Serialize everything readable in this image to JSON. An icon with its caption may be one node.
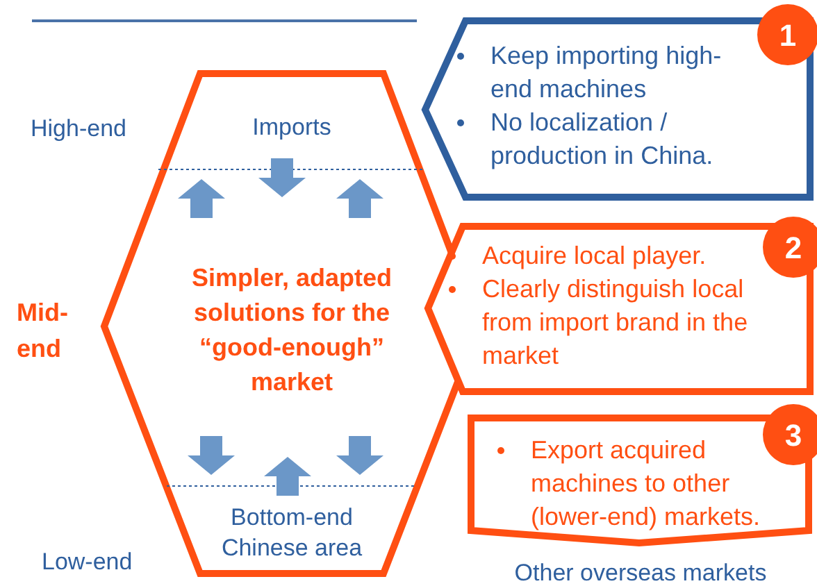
{
  "diagram": {
    "nodes": [
      {
        "text": [
          "Imports",
          "Simpler, adapted solutions for the “good-enough” market",
          "Bottom-end Chinese area"
        ]
      },
      {
        "text": [
          "Keep importing high-end machines",
          "No localization / production in China."
        ]
      },
      {
        "text": [
          "Acquire local player.",
          "Clearly distinguish local from import brand in the market"
        ]
      },
      {
        "text": [
          "Export acquired machines to other (lower-end) markets."
        ],
        "beside": [
          "Other overseas markets"
        ]
      },
      {
        "text": [
          "1"
        ]
      },
      {
        "text": [
          "2"
        ]
      },
      {
        "text": [
          "3"
        ]
      }
    ],
    "labels": [
      "High-end",
      "Mid-end",
      "Low-end"
    ]
  }
}
